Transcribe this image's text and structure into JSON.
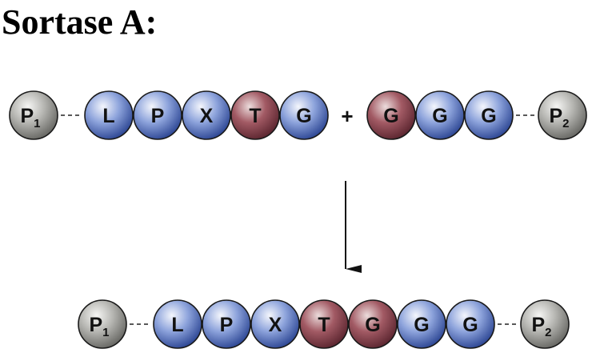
{
  "title": "Sortase A:",
  "colors": {
    "grey": "#a8a8a4",
    "blue": "#4f6fc0",
    "red": "#8a3a45"
  },
  "reactant_1": {
    "cap": {
      "label": "P",
      "sub": "1"
    },
    "beads": [
      {
        "label": "L",
        "color": "blue"
      },
      {
        "label": "P",
        "color": "blue"
      },
      {
        "label": "X",
        "color": "blue"
      },
      {
        "label": "T",
        "color": "red"
      },
      {
        "label": "G",
        "color": "blue"
      }
    ]
  },
  "plus_sign": "+",
  "reactant_2": {
    "beads": [
      {
        "label": "G",
        "color": "red"
      },
      {
        "label": "G",
        "color": "blue"
      },
      {
        "label": "G",
        "color": "blue"
      }
    ],
    "cap": {
      "label": "P",
      "sub": "2"
    }
  },
  "product": {
    "cap_left": {
      "label": "P",
      "sub": "1"
    },
    "beads": [
      {
        "label": "L",
        "color": "blue"
      },
      {
        "label": "P",
        "color": "blue"
      },
      {
        "label": "X",
        "color": "blue"
      },
      {
        "label": "T",
        "color": "red"
      },
      {
        "label": "G",
        "color": "red"
      },
      {
        "label": "G",
        "color": "blue"
      },
      {
        "label": "G",
        "color": "blue"
      }
    ],
    "cap_right": {
      "label": "P",
      "sub": "2"
    }
  }
}
